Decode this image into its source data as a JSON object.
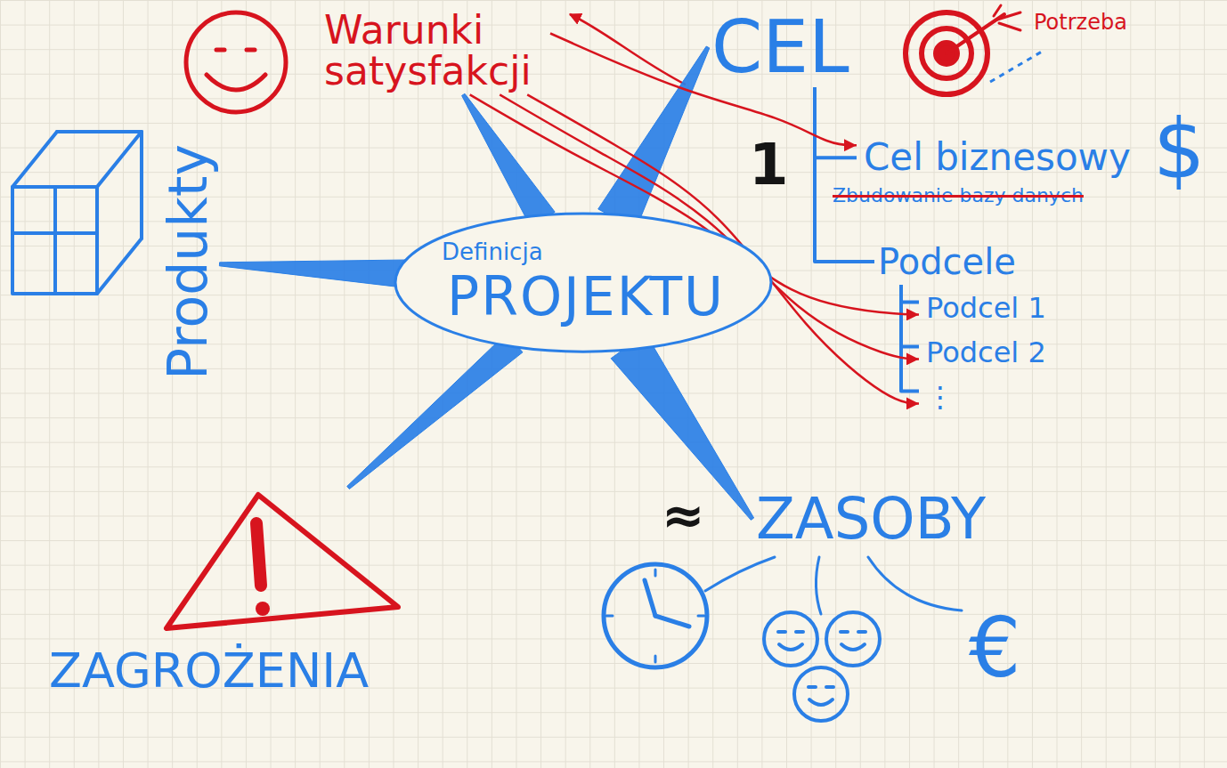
{
  "diagram": {
    "nodes": [
      {
        "text": [
          "Warunki satysfakcji"
        ]
      },
      {
        "text": [
          "CEL"
        ]
      },
      {
        "text": [
          "Cel biznesowy"
        ]
      },
      {
        "text": [
          "Podcele"
        ]
      },
      {
        "text": [
          "Podcel 1"
        ]
      },
      {
        "text": [
          "Podcel 2"
        ]
      },
      {
        "text": [
          "⋮"
        ]
      },
      {
        "text": [
          "Produkty"
        ]
      },
      {
        "text": [
          "Definicja",
          "PROJEKTU"
        ]
      },
      {
        "text": [
          "ZASOBY"
        ]
      },
      {
        "text": [
          "ZAGROŻENIA"
        ]
      }
    ],
    "edges": [
      {
        "from": 8,
        "to": 0,
        "arrow": "none"
      },
      {
        "from": 8,
        "to": 1,
        "arrow": "none"
      },
      {
        "from": 8,
        "to": 7,
        "arrow": "none"
      },
      {
        "from": 8,
        "to": 9,
        "arrow": "none"
      },
      {
        "from": 8,
        "to": 10,
        "arrow": "none"
      },
      {
        "from": 1,
        "to": 2,
        "arrow": "none"
      },
      {
        "from": 1,
        "to": 3,
        "arrow": "none"
      },
      {
        "from": 3,
        "to": 4,
        "arrow": "none"
      },
      {
        "from": 3,
        "to": 5,
        "arrow": "none"
      },
      {
        "from": 3,
        "to": 6,
        "arrow": "none"
      },
      {
        "from": 0,
        "to": 2,
        "arrow": "to"
      },
      {
        "from": 0,
        "to": 4,
        "arrow": "to"
      },
      {
        "from": 0,
        "to": 5,
        "arrow": "to"
      },
      {
        "from": 0,
        "to": 6,
        "arrow": "to"
      }
    ],
    "labels": [
      "1",
      "Zbudowanie bazy danych",
      "$",
      "Potrzeba",
      "≈",
      "€"
    ]
  }
}
